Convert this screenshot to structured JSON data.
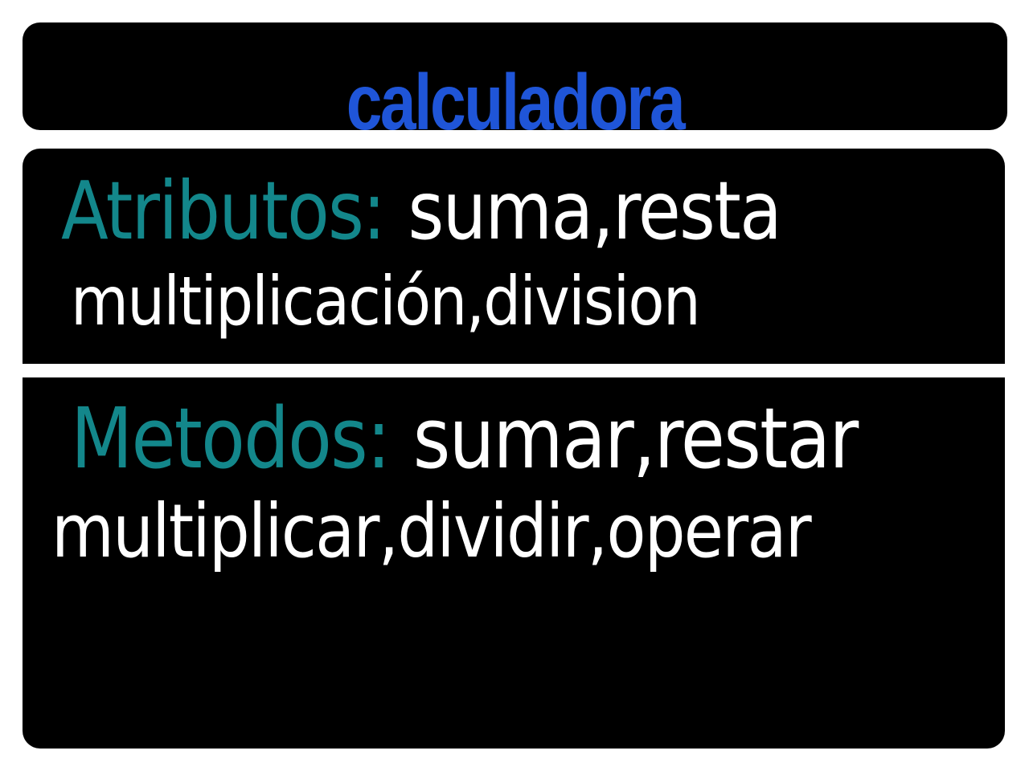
{
  "title": "calculadora",
  "colors": {
    "background": "#ffffff",
    "box": "#000000",
    "title": "#1f55d8",
    "label": "#13878b",
    "value": "#ffffff"
  },
  "attributes": {
    "label": "Atributos:",
    "line1": "suma,resta",
    "line2": "multiplicación,division"
  },
  "methods": {
    "label": "Metodos:",
    "line1": "sumar,restar",
    "line2": "multiplicar,dividir,operar"
  }
}
